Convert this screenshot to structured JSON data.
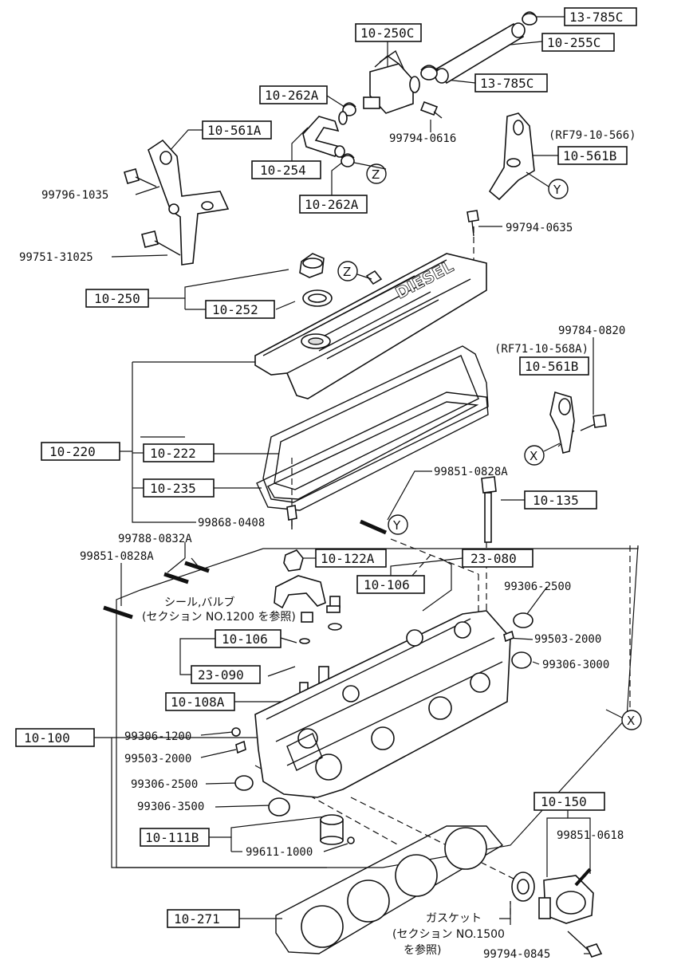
{
  "boxed_labels": {
    "p_13_785C_top": "13-785C",
    "p_10_250C": "10-250C",
    "p_10_255C": "10-255C",
    "p_10_262A_top": "10-262A",
    "p_13_785C_mid": "13-785C",
    "p_10_561A": "10-561A",
    "p_10_254": "10-254",
    "p_10_561B_top": "10-561B",
    "p_10_262A_low": "10-262A",
    "p_10_250": "10-250",
    "p_10_252": "10-252",
    "p_10_561B_mid": "10-561B",
    "p_10_220": "10-220",
    "p_10_222": "10-222",
    "p_10_235": "10-235",
    "p_10_135": "10-135",
    "p_10_122A": "10-122A",
    "p_23_080": "23-080",
    "p_10_106_a": "10-106",
    "p_10_106_b": "10-106",
    "p_23_090": "23-090",
    "p_10_108A": "10-108A",
    "p_10_100": "10-100",
    "p_10_111B": "10-111B",
    "p_10_150": "10-150",
    "p_10_271": "10-271"
  },
  "plain_labels": {
    "n_99794_0616": "99794-0616",
    "ref_rf79": "(RF79-10-566)",
    "n_99796_1035": "99796-1035",
    "n_99751_31025": "99751-31025",
    "n_99794_0635": "99794-0635",
    "n_99784_0820": "99784-0820",
    "ref_rf71": "(RF71-10-568A)",
    "n_99851_0828A_top": "99851-0828A",
    "n_99868_0408": "99868-0408",
    "n_99788_0832A": "99788-0832A",
    "n_99851_0828A_left": "99851-0828A",
    "n_99306_2500_right": "99306-2500",
    "n_99503_2000_right": "99503-2000",
    "n_99306_3000": "99306-3000",
    "n_99306_1200": "99306-1200",
    "n_99503_2000_left": "99503-2000",
    "n_99306_2500_left": "99306-2500",
    "n_99306_3500": "99306-3500",
    "n_99611_1000": "99611-1000",
    "n_99851_0618": "99851-0618",
    "n_99794_0845": "99794-0845"
  },
  "notes": {
    "seal_line1": "シール,バルブ",
    "seal_line2": "(セクション NO.1200 を参照)",
    "gasket_line1": "ガスケット",
    "gasket_line2": "(セクション NO.1500",
    "gasket_line3": "を参照)"
  },
  "callouts": {
    "z1": "Z",
    "z2": "Z",
    "y1": "Y",
    "y2": "Y",
    "x1": "X",
    "x2": "X"
  },
  "cover_logo": "DIESEL"
}
